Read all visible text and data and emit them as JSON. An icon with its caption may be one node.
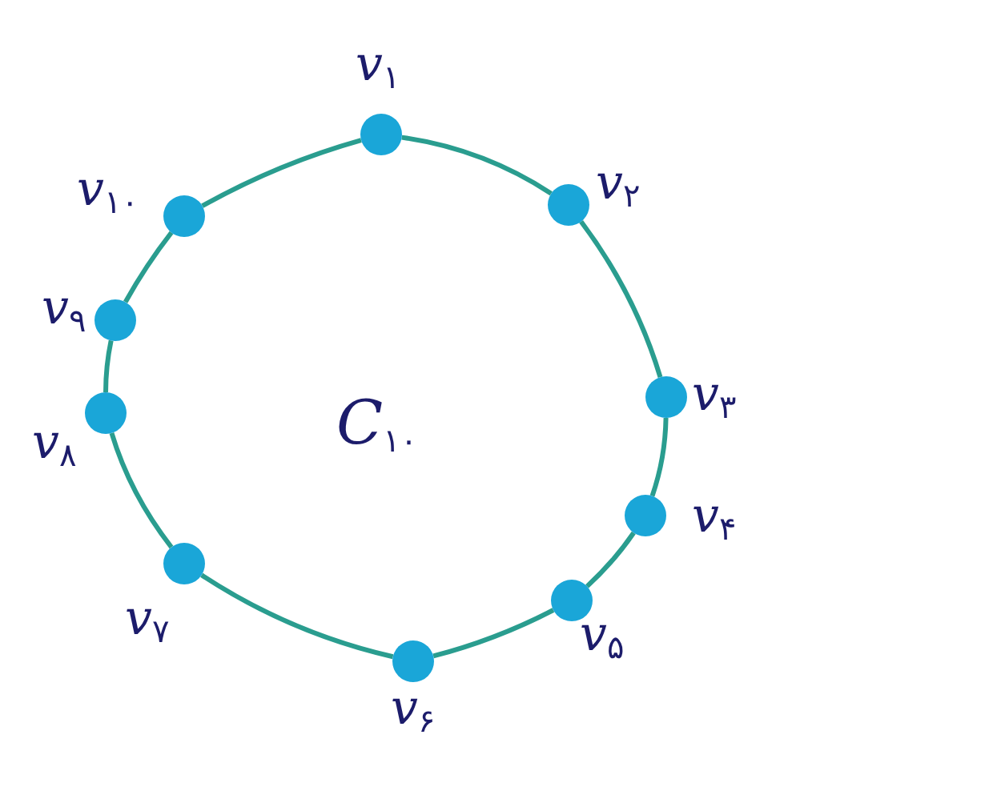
{
  "diagram": {
    "nodes": [
      {
        "text": [],
        "shape": "circle",
        "beside": [
          "v$_{۱}$"
        ]
      },
      {
        "text": [],
        "shape": "circle",
        "beside": [
          "v$_{۲}$"
        ]
      },
      {
        "text": [],
        "shape": "circle",
        "beside": [
          "v$_{۳}$"
        ]
      },
      {
        "text": [],
        "shape": "circle",
        "beside": [
          "v$_{۴}$"
        ]
      },
      {
        "text": [],
        "shape": "circle",
        "beside": [
          "v$_{۵}$"
        ]
      },
      {
        "text": [],
        "shape": "circle",
        "beside": [
          "v$_{۶}$"
        ]
      },
      {
        "text": [],
        "shape": "circle",
        "beside": [
          "v$_{۷}$"
        ]
      },
      {
        "text": [],
        "shape": "circle",
        "beside": [
          "v$_{۸}$"
        ]
      },
      {
        "text": [],
        "shape": "circle",
        "beside": [
          "v$_{۹}$"
        ]
      },
      {
        "text": [],
        "shape": "circle",
        "beside": [
          "v$_{۱۰}$"
        ]
      }
    ],
    "edges": [
      {
        "from": 0,
        "to": 1,
        "arrow": "none"
      },
      {
        "from": 1,
        "to": 2,
        "arrow": "none"
      },
      {
        "from": 2,
        "to": 3,
        "arrow": "none"
      },
      {
        "from": 3,
        "to": 4,
        "arrow": "none"
      },
      {
        "from": 4,
        "to": 5,
        "arrow": "none"
      },
      {
        "from": 5,
        "to": 6,
        "arrow": "none"
      },
      {
        "from": 6,
        "to": 7,
        "arrow": "none"
      },
      {
        "from": 7,
        "to": 8,
        "arrow": "none"
      },
      {
        "from": 8,
        "to": 9,
        "arrow": "none"
      },
      {
        "from": 9,
        "to": 0,
        "arrow": "none"
      }
    ],
    "labels": [
      "C$_{۱۰}$"
    ]
  }
}
